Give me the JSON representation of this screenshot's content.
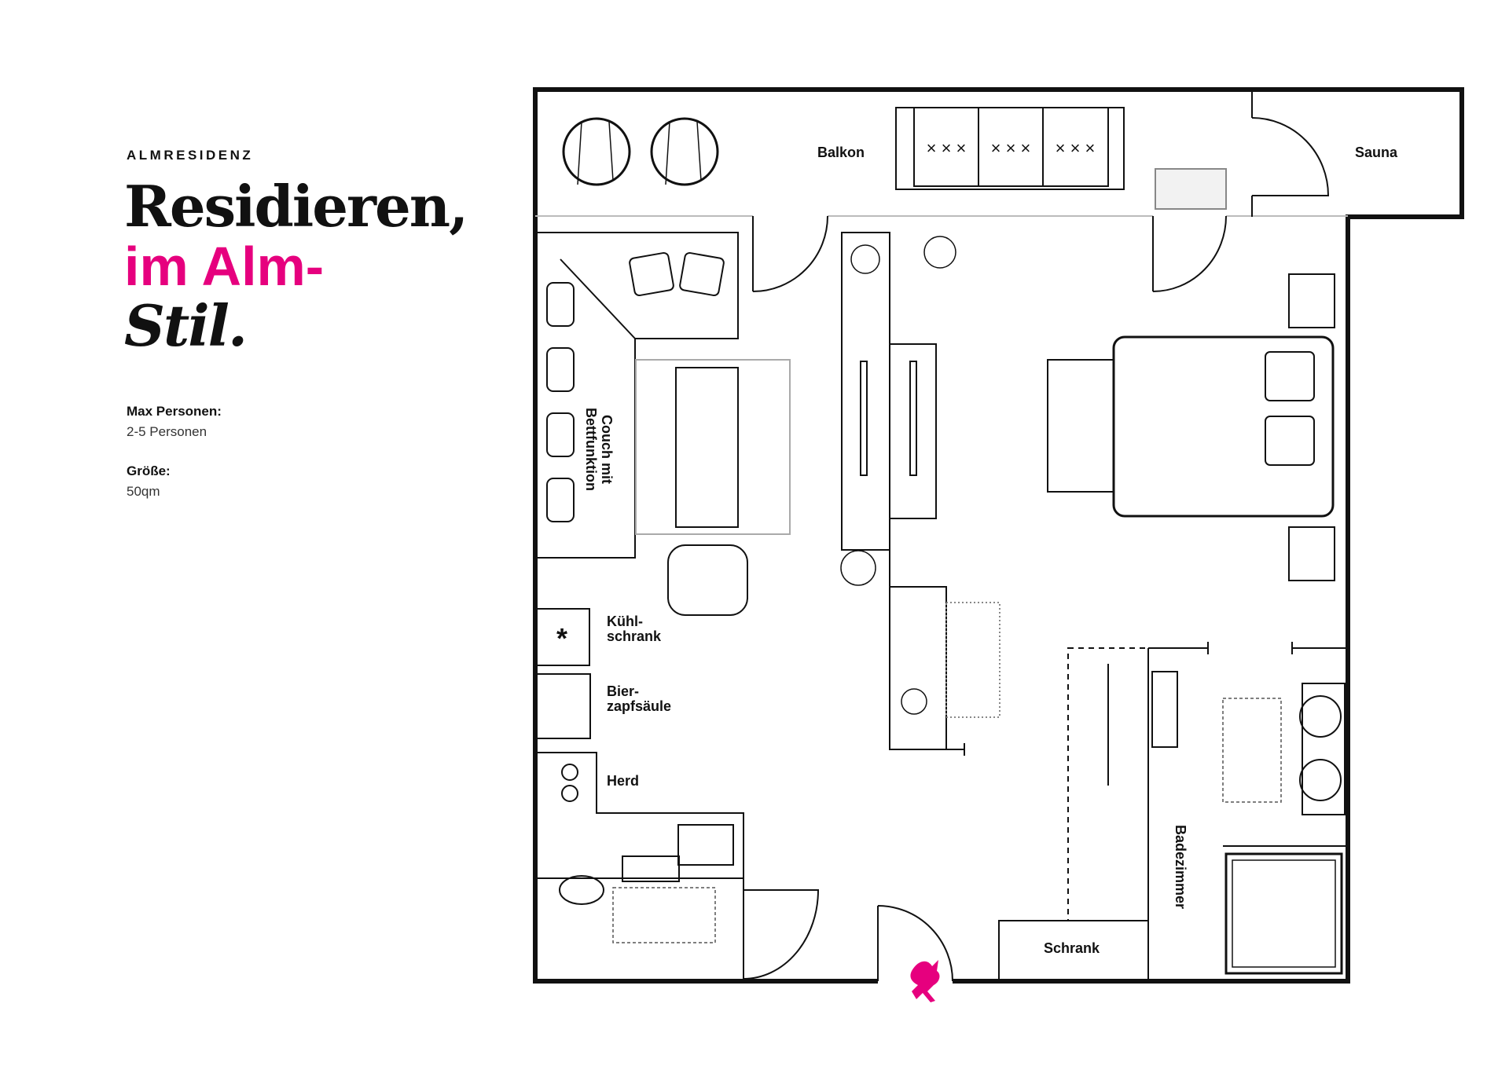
{
  "brand": "ALMRESIDENZ",
  "headline": {
    "line1": "Residieren,",
    "line2": "im Alm-",
    "line3": "Stil."
  },
  "accent_color": "#e6007e",
  "facts": [
    {
      "label": "Max Personen:",
      "value": "2-5 Personen"
    },
    {
      "label": "Größe:",
      "value": "50qm"
    }
  ],
  "floorplan": {
    "rooms": {
      "balkon": "Balkon",
      "sauna": "Sauna",
      "couch_line1": "Couch mit",
      "couch_line2": "Bettfunktion",
      "kuehl_line1": "Kühl-",
      "kuehl_line2": "schrank",
      "bier_line1": "Bier-",
      "bier_line2": "zapfsäule",
      "herd": "Herd",
      "schrank": "Schrank",
      "badezimmer": "Badezimmer"
    },
    "logo_icon": "pegasus-logo-icon"
  }
}
